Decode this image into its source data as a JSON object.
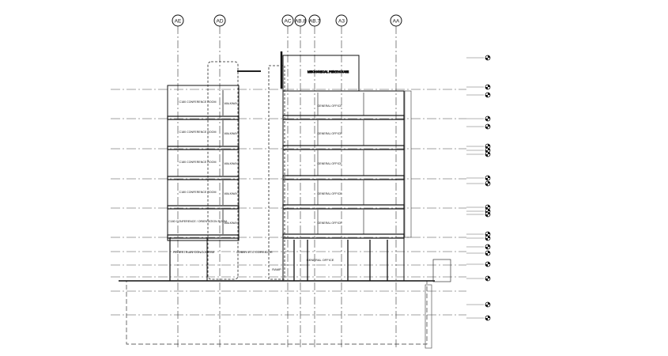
{
  "grid_lines": [
    "AE",
    "AD",
    "AC",
    "AB.8",
    "AB.7",
    "A3",
    "AA"
  ],
  "left_rooms": [
    {
      "name": "C180 CONFERENCE ROOM",
      "side": "WALKWAY"
    },
    {
      "name": "C180 CONFERENCE ROOM",
      "side": "WALKWAY"
    },
    {
      "name": "C180 CONFERENCE ROOM",
      "side": "WALKWAY"
    },
    {
      "name": "C180 CONFERENCE ROOM",
      "side": "WALKWAY"
    },
    {
      "name": "C180 CONFERENCE / ORIENTATION ROOM",
      "side": "WALKWAY"
    }
  ],
  "right_rooms": [
    "GENERAL OFFICE",
    "GENERAL OFFICE",
    "GENERAL OFFICE",
    "GENERAL OFFICE",
    "GENERAL OFFICE"
  ],
  "penthouse": "MECHANICAL PENTHOUSE",
  "ground_labels": {
    "left": "PEDESTRIAN CONCOURSE",
    "middle": "LOBBY/ETC CORRIDOR",
    "right": "GENERAL OFFICE",
    "ramp": "RAMP"
  },
  "colors": {
    "line": "#111111",
    "background": "#ffffff"
  }
}
